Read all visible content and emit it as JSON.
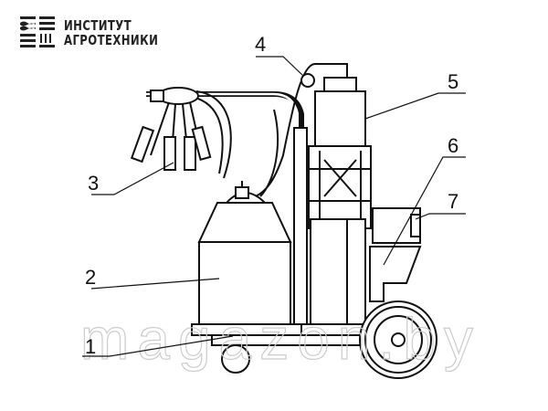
{
  "logo": {
    "line1": "ИНСТИТУТ",
    "line2": "АГРОТЕХНИКИ"
  },
  "watermark": "magazon.by",
  "callouts": [
    "1",
    "2",
    "3",
    "4",
    "5",
    "6",
    "7"
  ]
}
